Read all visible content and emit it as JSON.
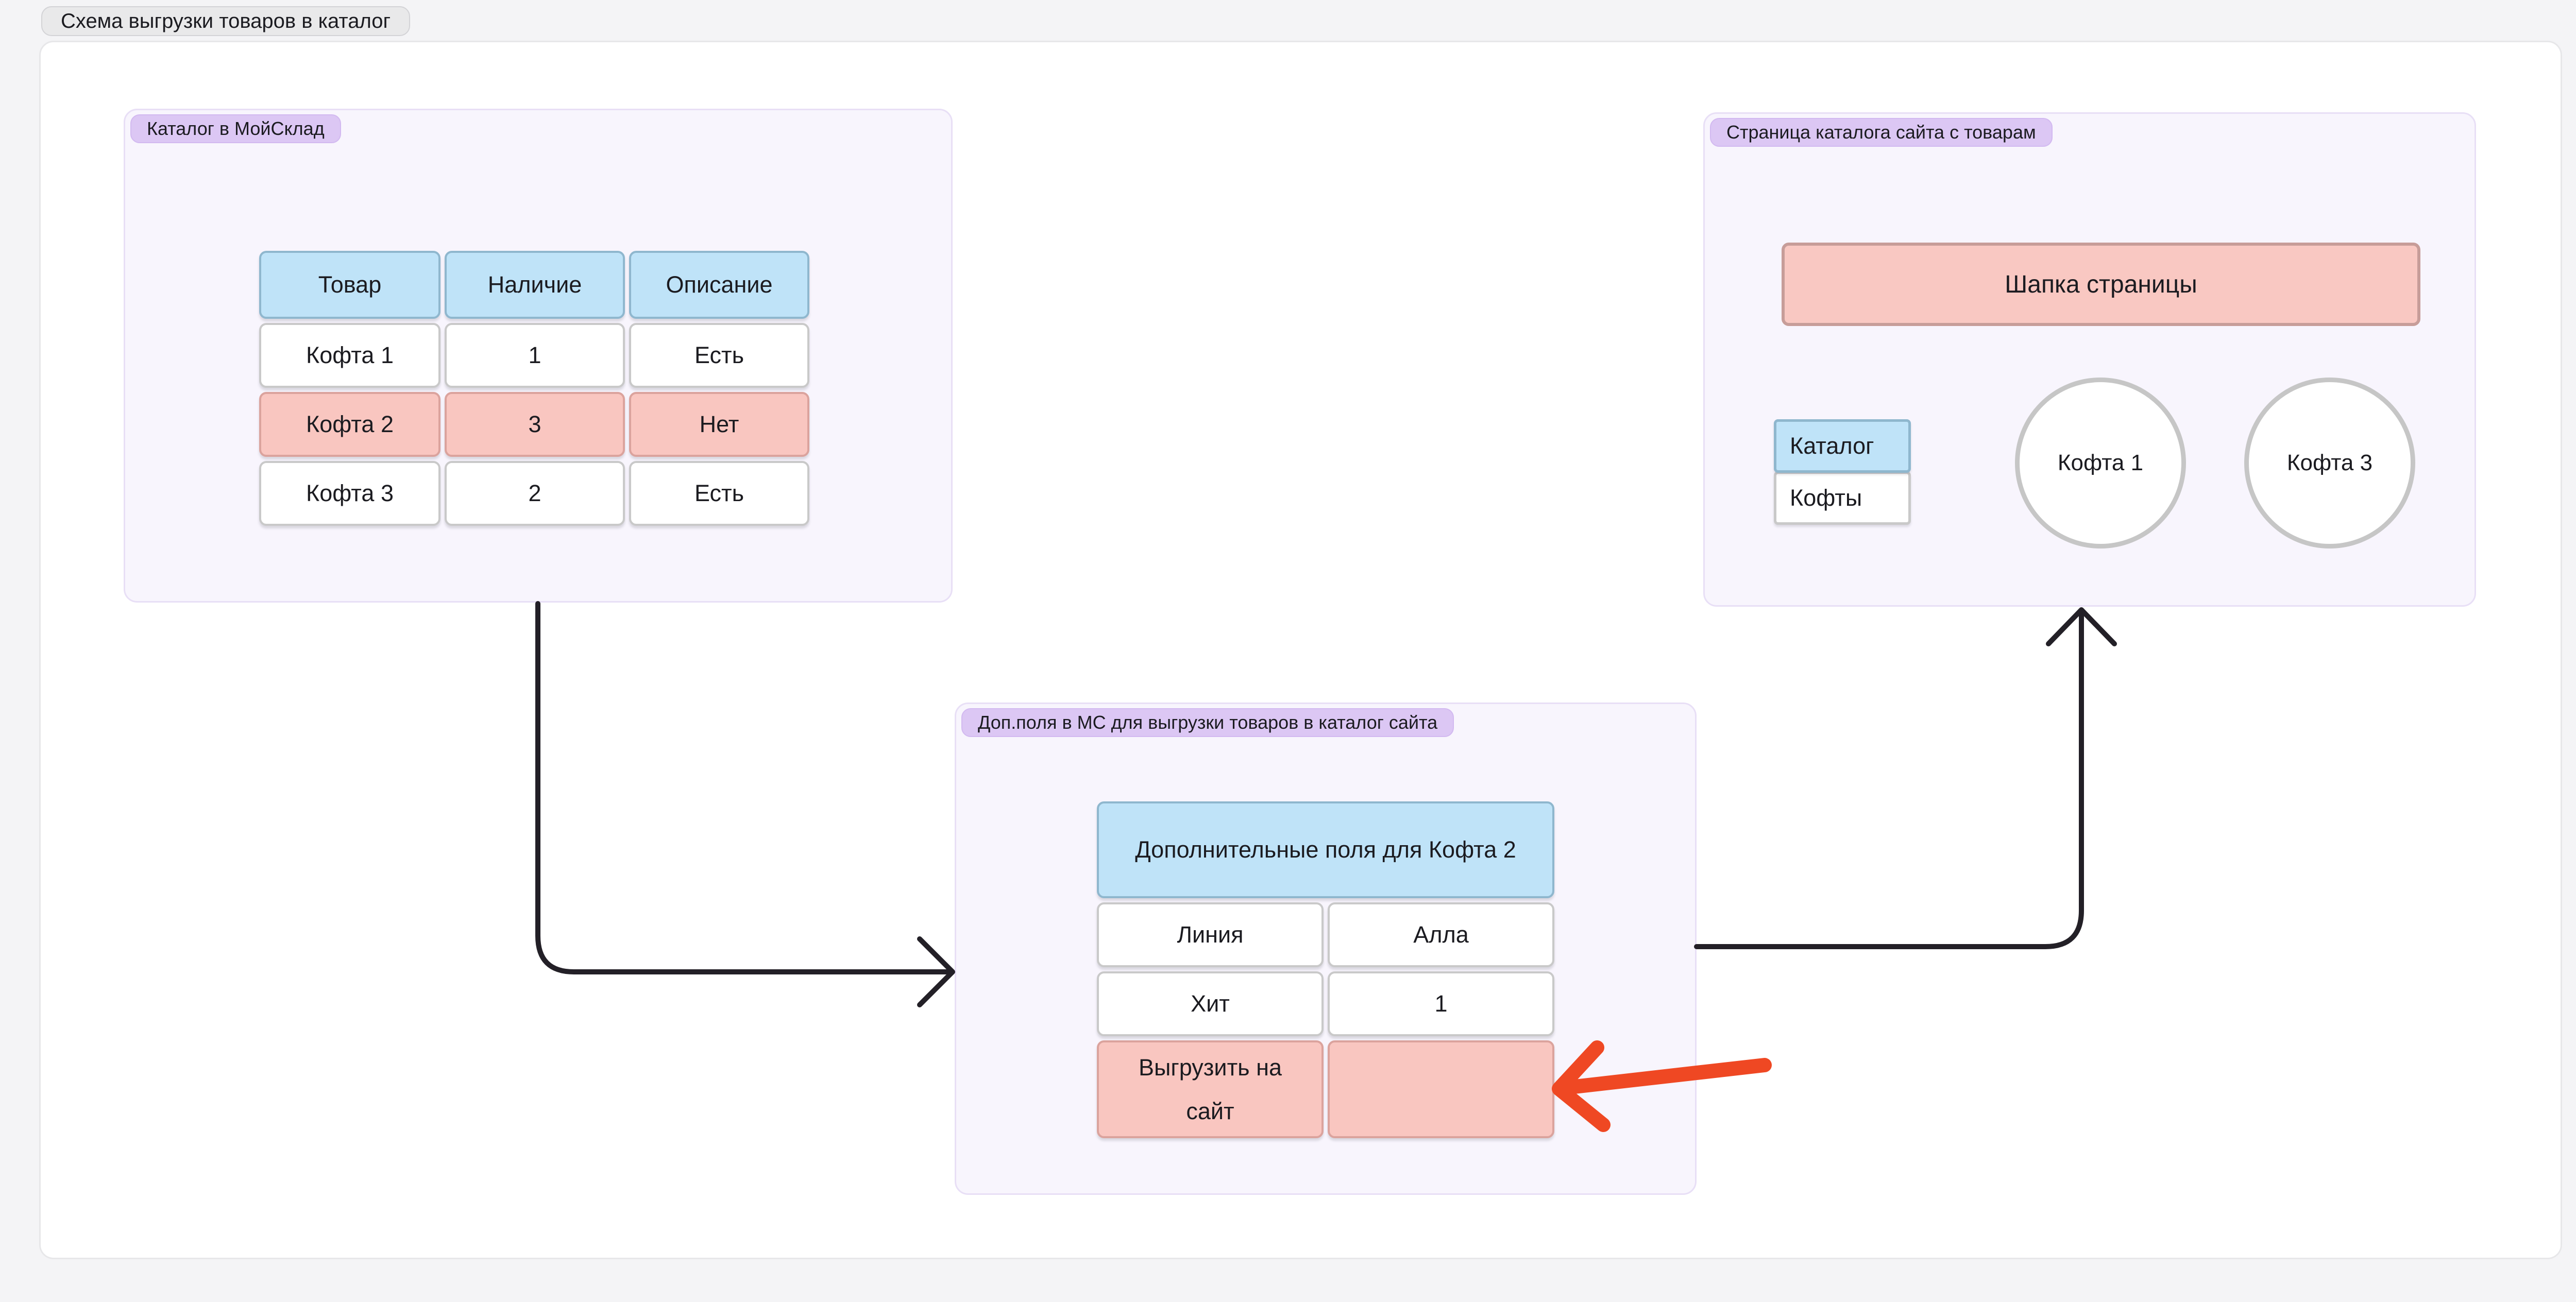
{
  "page_title": "Схема выгрузки товаров в каталог",
  "colors": {
    "page_bg": "#f4f4f6",
    "canvas_bg": "#ffffff",
    "canvas_border": "#e7e7e9",
    "title_chip_bg": "#e9e9ea",
    "title_chip_border": "#d3d3d6",
    "frame_bg": "#f8f5fd",
    "frame_border": "#e8dff6",
    "chip_bg": "#dcc7f4",
    "chip_border": "#d2b9f0",
    "blue_bg": "#bfe3f8",
    "blue_border": "#8fb7ce",
    "white_cell_bg": "#ffffff",
    "cell_border": "#c9c9c9",
    "pink_cell_bg": "#f9c6c0",
    "pink_cell_border": "#dba39d",
    "header_box_bg": "#f9c8c2",
    "header_box_border": "#c79d99",
    "circle_border": "#c6c6c6",
    "arrow_black": "#232027",
    "arrow_red": "#ef4823",
    "text": "#1b1b20"
  },
  "frames": {
    "left": {
      "label": "Каталог в МойСклад",
      "table": {
        "headers": [
          "Товар",
          "Наличие",
          "Описание"
        ],
        "rows": [
          {
            "cells": [
              "Кофта 1",
              "1",
              "Есть"
            ],
            "highlight": false
          },
          {
            "cells": [
              "Кофта 2",
              "3",
              "Нет"
            ],
            "highlight": true
          },
          {
            "cells": [
              "Кофта 3",
              "2",
              "Есть"
            ],
            "highlight": false
          }
        ]
      }
    },
    "middle": {
      "label": "Доп.поля в МС для выгрузки товаров в каталог сайта",
      "table": {
        "header": "Дополнительные поля для Кофта 2",
        "rows": [
          [
            "Линия",
            "Алла"
          ],
          [
            "Хит",
            "1"
          ],
          [
            "Выгрузить на сайт",
            ""
          ]
        ]
      }
    },
    "right": {
      "label": "Страница каталога сайта с товарам",
      "header_box": "Шапка страницы",
      "menu": [
        "Каталог",
        "Кофты"
      ],
      "products": [
        "Кофта 1",
        "Кофта 3"
      ]
    }
  }
}
